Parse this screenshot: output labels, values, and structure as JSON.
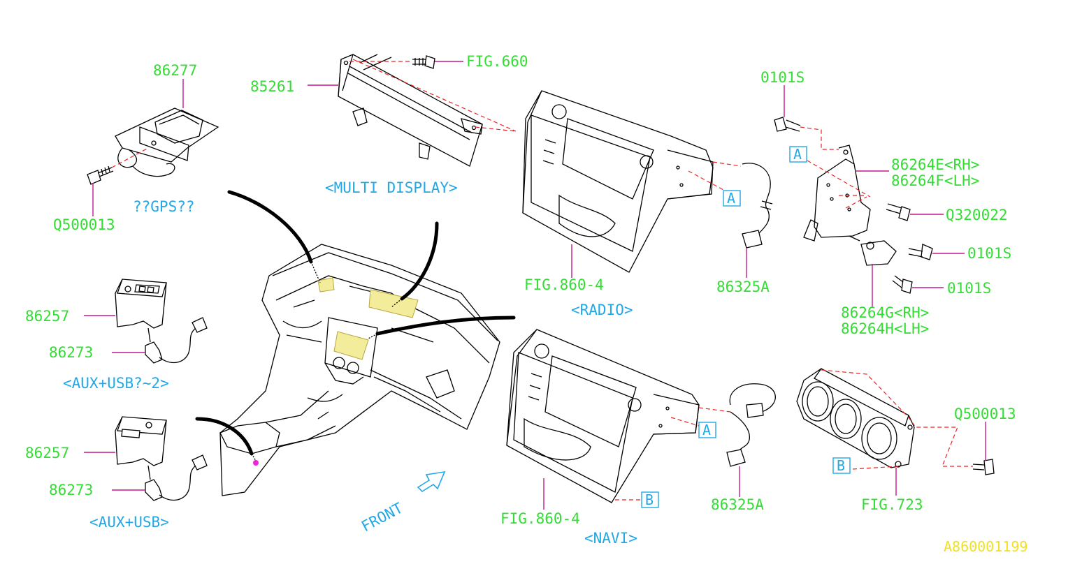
{
  "labels": {
    "p86277": "86277",
    "p85261": "85261",
    "fig660": "FIG.660",
    "multi_display": "<MULTI DISPLAY>",
    "gps": "??GPS??",
    "q500013_a": "Q500013",
    "p0101s_top": "0101S",
    "p86264e": "86264E<RH>",
    "p86264f": "86264F<LH>",
    "q320022": "Q320022",
    "p0101s_mid": "0101S",
    "p0101s_low": "0101S",
    "p86264g": "86264G<RH>",
    "p86264h": "86264H<LH>",
    "p86325a_top": "86325A",
    "fig860_top": "FIG.860-4",
    "radio": "<RADIO>",
    "p86257_top": "86257",
    "p86273_top": "86273",
    "aux_usb2": "<AUX+USB?~2>",
    "p86257_low": "86257",
    "p86273_low": "86273",
    "aux_usb": "<AUX+USB>",
    "front": "FRONT",
    "fig860_low": "FIG.860-4",
    "navi": "<NAVI>",
    "p86325a_low": "86325A",
    "fig723": "FIG.723",
    "q500013_b": "Q500013",
    "diagram_id": "A860001199"
  },
  "refs": {
    "a1": "A",
    "a2": "A",
    "a3": "A",
    "b1": "B",
    "b2": "B"
  },
  "colors": {
    "part_number": "#33dd33",
    "caption": "#22a8e6",
    "leader": "#c01890",
    "dashed": "#ee2222",
    "diagram_id": "#f2e022"
  }
}
